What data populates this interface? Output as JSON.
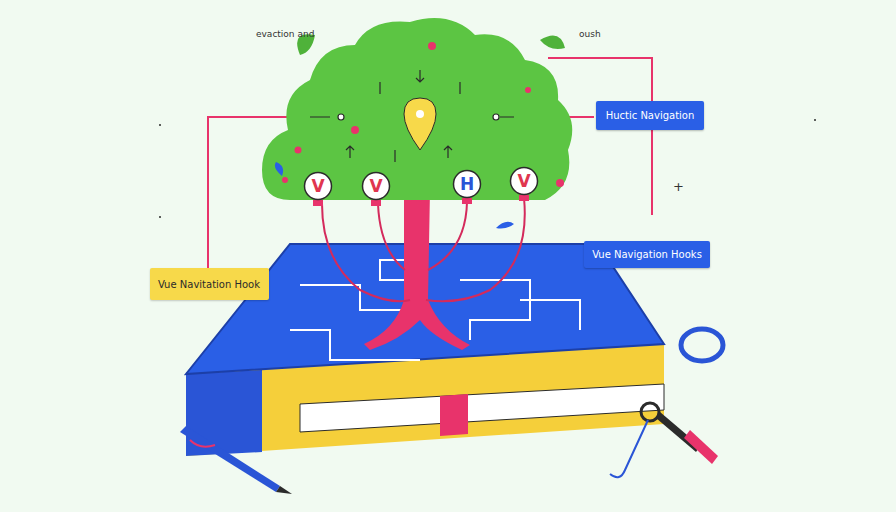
{
  "diagram": {
    "nodes": [
      {
        "text": [
          "Huctic Navigation"
        ]
      },
      {
        "text": [
          "V"
        ]
      },
      {
        "text": [
          "V"
        ]
      },
      {
        "text": [
          "H"
        ]
      },
      {
        "text": [
          "V"
        ]
      },
      {
        "text": [
          "Vue Navigation Hooks"
        ]
      },
      {
        "text": [
          "Vue Navitation Hook"
        ]
      }
    ],
    "labels": [
      "evaction and",
      "oush",
      "+"
    ]
  }
}
